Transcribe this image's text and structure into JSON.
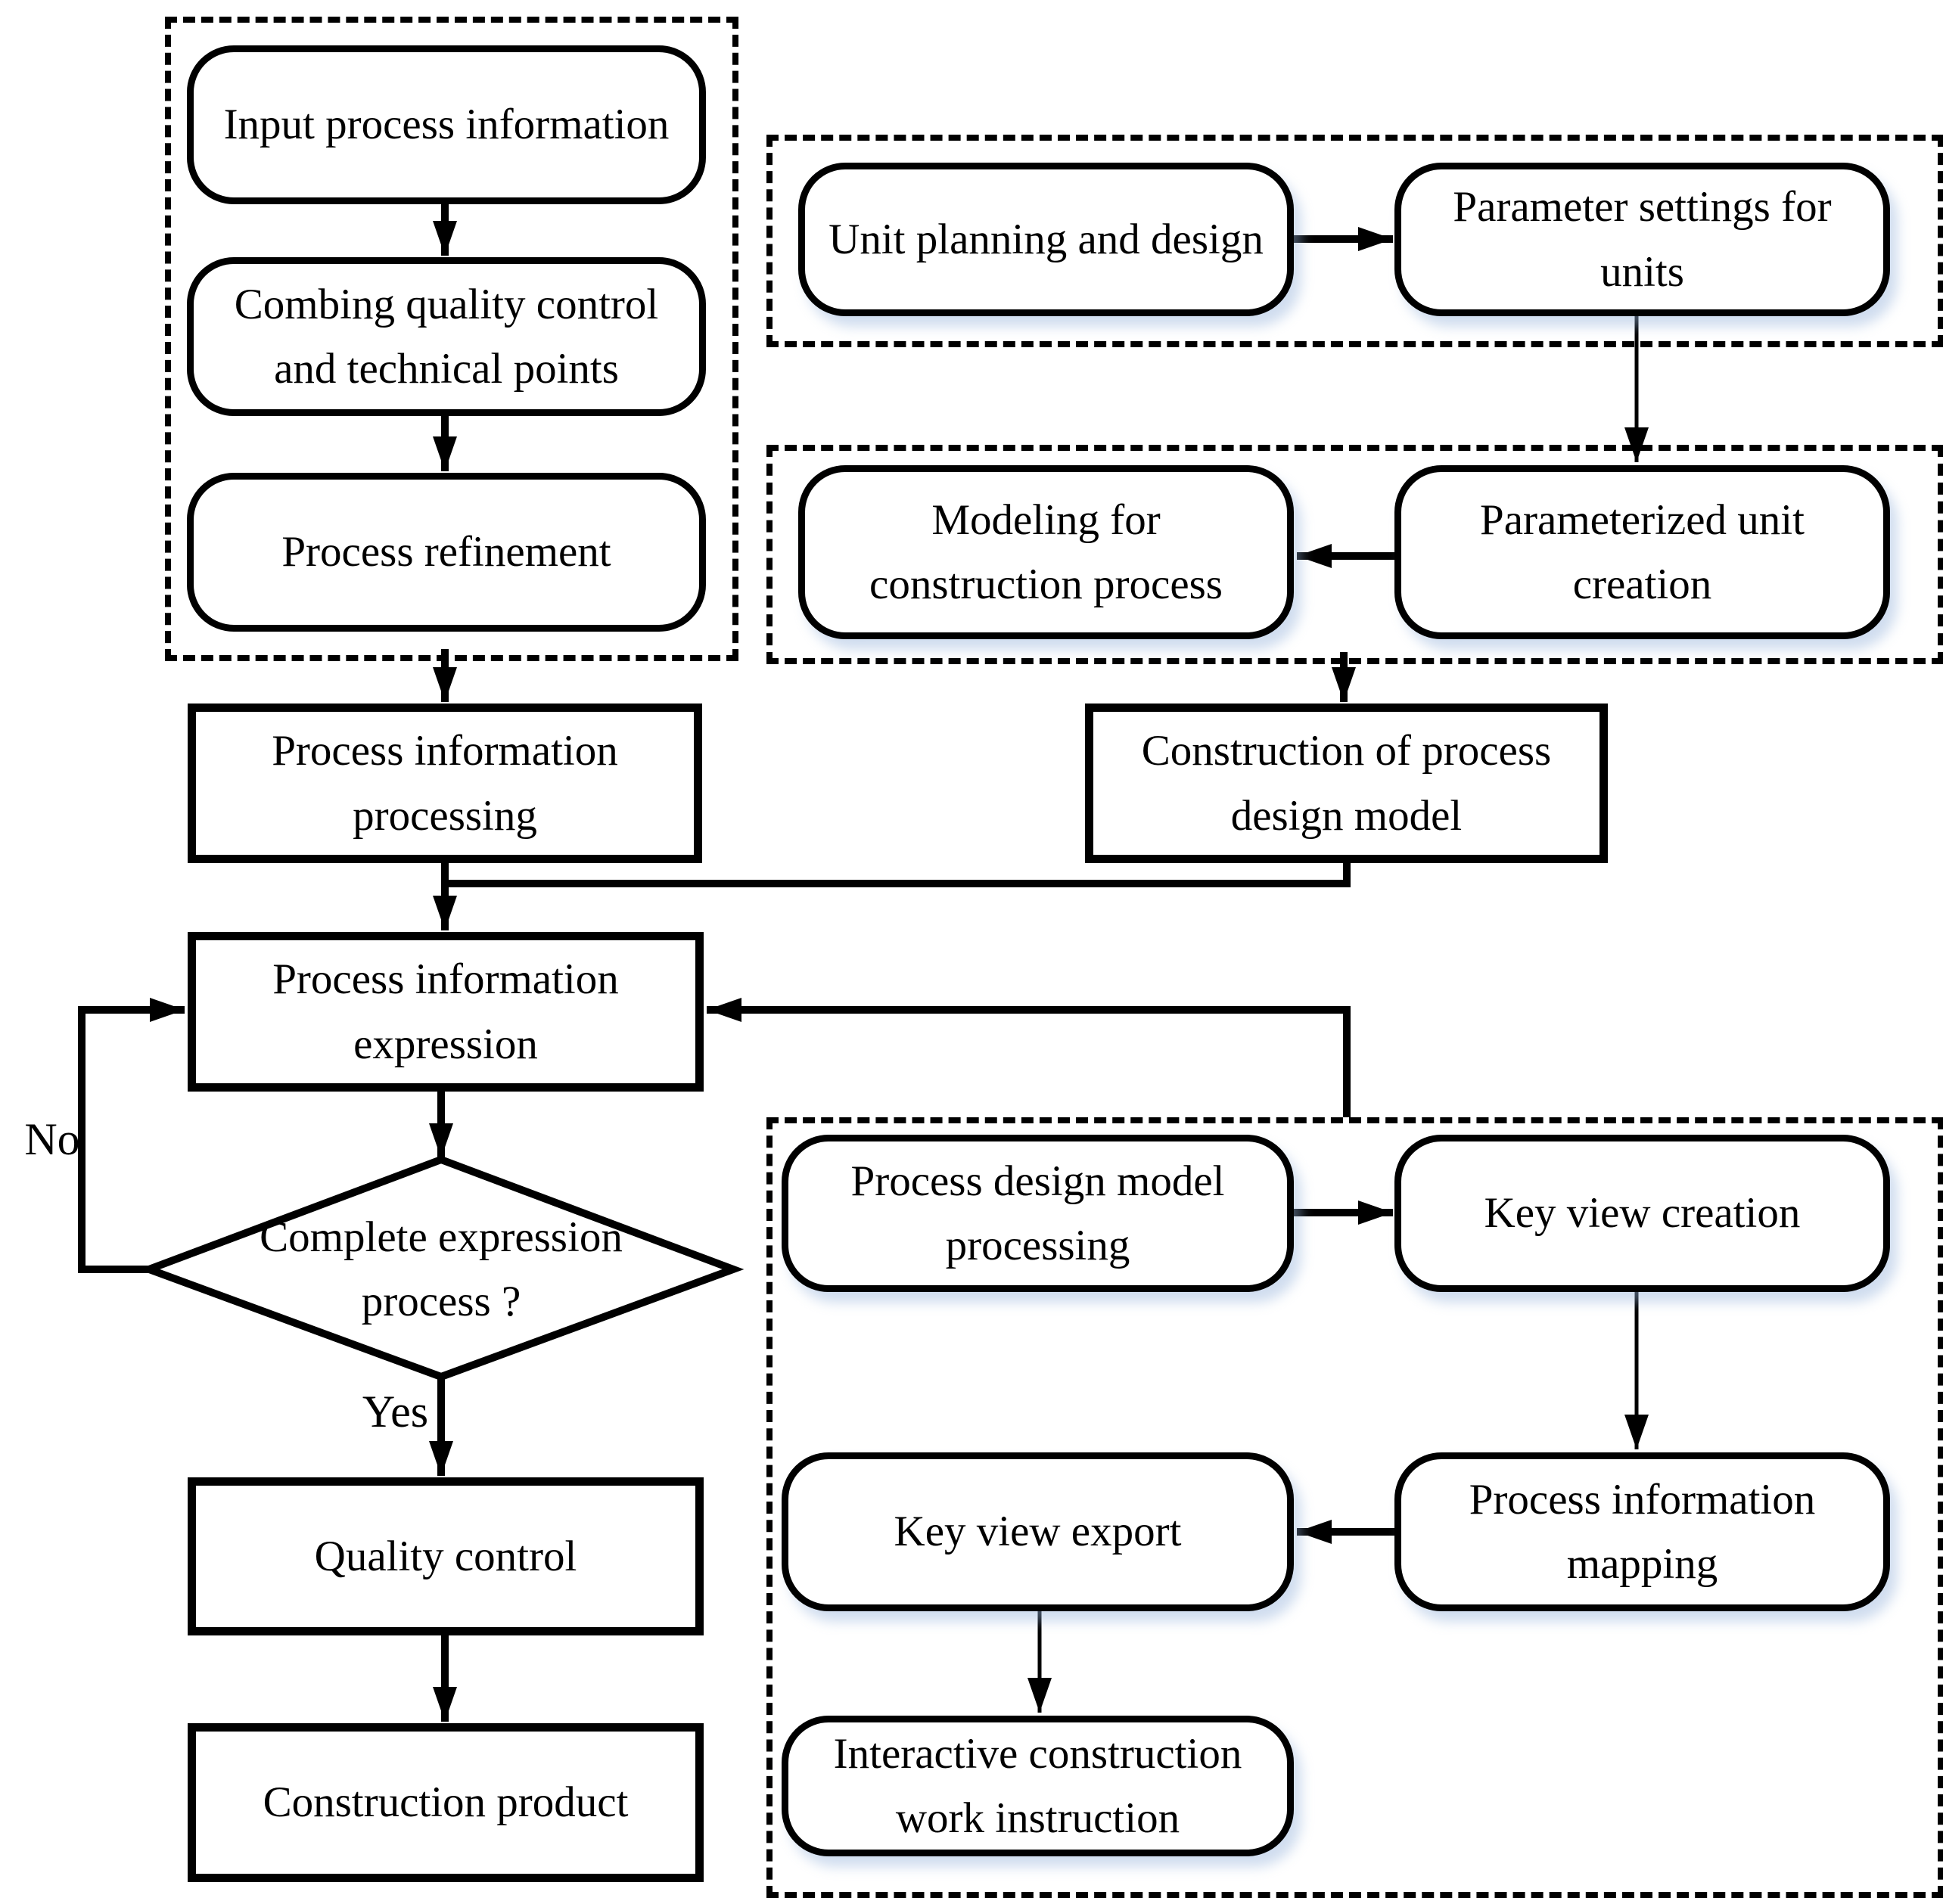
{
  "nodes": {
    "input_process_information": {
      "label": "Input process information"
    },
    "combing_quality_control": {
      "label": "Combing quality control and technical points"
    },
    "process_refinement": {
      "label": "Process refinement"
    },
    "process_information_processing": {
      "label": "Process information processing"
    },
    "process_information_expression": {
      "label": "Process information expression"
    },
    "complete_expression_decision": {
      "label": "Complete expression process ?"
    },
    "quality_control": {
      "label": "Quality control"
    },
    "construction_product": {
      "label": "Construction product"
    },
    "unit_planning_and_design": {
      "label": "Unit planning and design"
    },
    "parameter_settings_for_units": {
      "label": "Parameter settings for units"
    },
    "modeling_for_construction_process": {
      "label": "Modeling for construction process"
    },
    "parameterized_unit_creation": {
      "label": "Parameterized unit creation"
    },
    "construction_of_process_design_model": {
      "label": "Construction of process design model"
    },
    "process_design_model_processing": {
      "label": "Process design model processing"
    },
    "key_view_creation": {
      "label": "Key view creation"
    },
    "process_information_mapping": {
      "label": "Process information mapping"
    },
    "key_view_export": {
      "label": "Key view export"
    },
    "interactive_construction_work_instruction": {
      "label": "Interactive construction work instruction"
    }
  },
  "edge_labels": {
    "yes": "Yes",
    "no": "No"
  },
  "colors": {
    "stroke": "#000000",
    "background": "#ffffff",
    "box_fill": "#ffffff",
    "shadow": "#b7cbe6"
  }
}
